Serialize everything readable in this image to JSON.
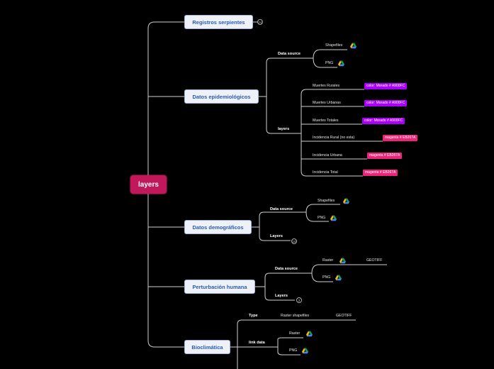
{
  "map": {
    "root": "layers",
    "branches": {
      "registros": {
        "title": "Registros serpientes",
        "count": "14"
      },
      "epidemio": {
        "title": "Datos epidemiológicos",
        "data_source": "Data source",
        "shapefiles": "Shapefiles",
        "png": "PNG",
        "layers_label": "layers",
        "layers": [
          {
            "name": "Muertes Rurales",
            "color_label": "color: Morado # A900FC",
            "color": "#A900FC"
          },
          {
            "name": "Muertes Urbanas",
            "color_label": "color: Morado # A900FC",
            "color": "#A900FC"
          },
          {
            "name": "Muertes Totales",
            "color_label": "color: Morado # A900FC",
            "color": "#A900FC"
          },
          {
            "name": "Incidencia Rural (no esta)",
            "color_label": "magenta # EB267A",
            "color": "#EB267A"
          },
          {
            "name": "Incidencia Urbana",
            "color_label": "magenta # EB267A",
            "color": "#EB267A"
          },
          {
            "name": "Incidencia Total",
            "color_label": "magenta # EB267A",
            "color": "#EB267A"
          }
        ]
      },
      "demograficos": {
        "title": "Datos demográficos",
        "data_source": "Data source",
        "shapefiles": "Shapefiles",
        "png": "PNG",
        "layers_label": "Layers",
        "layers_count": "10"
      },
      "perturbacion": {
        "title": "Perturbación humana",
        "data_source": "Data source",
        "raster": "Raster",
        "raster_format": "GEOTIFF",
        "png": "PNG",
        "layers_label": "Layers",
        "layers_count": "2"
      },
      "bioclimatica": {
        "title": "Bioclimática",
        "type_label": "Type",
        "type_value": "Raster shapefiles",
        "type_format": "GEOTIFF",
        "link_data": "link data",
        "raster": "Raster",
        "png": "PNG"
      }
    }
  },
  "colors": {
    "root": "#C2185B",
    "purple": "#A900FC",
    "magenta": "#EB267A",
    "topic_fill": "#EEF2F8",
    "topic_text": "#2A5BB5"
  },
  "icons": {
    "drive": "google-drive-icon"
  }
}
